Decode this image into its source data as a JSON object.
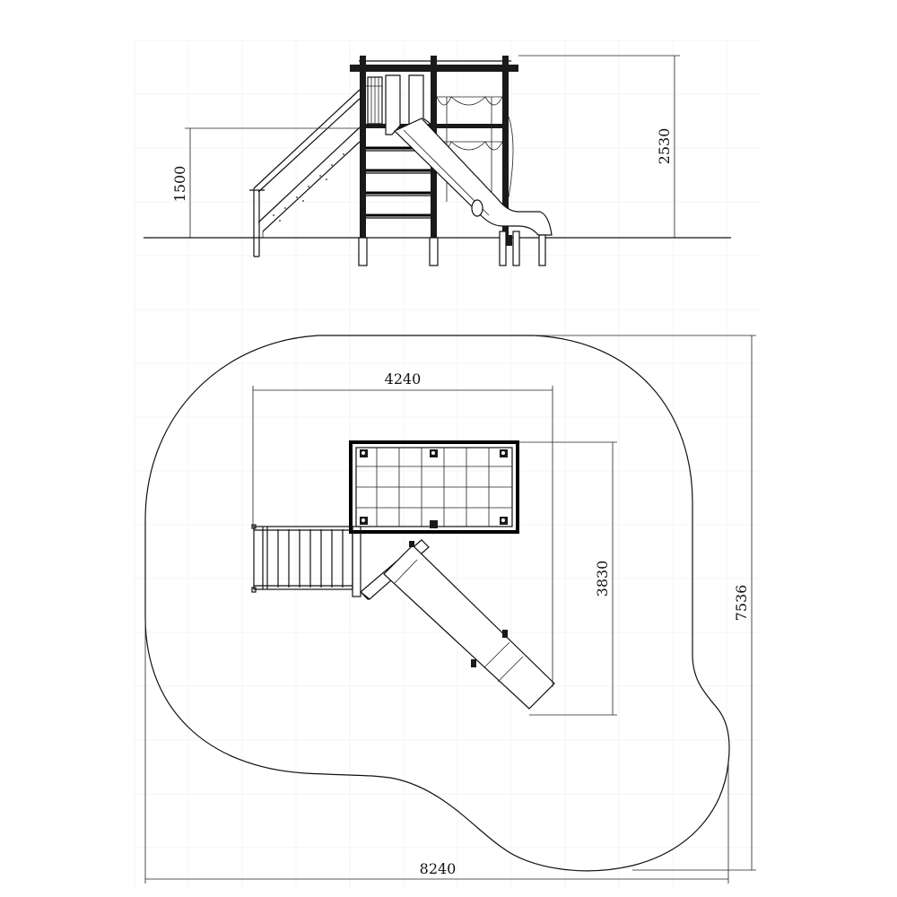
{
  "elevation_view": {
    "dim_platform_height": "1500",
    "dim_total_height": "2530"
  },
  "plan_view": {
    "dim_overall_width": "4240",
    "dim_depth": "3830",
    "dim_safety_zone_height": "7536",
    "dim_safety_zone_width": "8240"
  },
  "colors": {
    "line": "#000000",
    "grid": "#ececec",
    "background": "#ffffff"
  }
}
